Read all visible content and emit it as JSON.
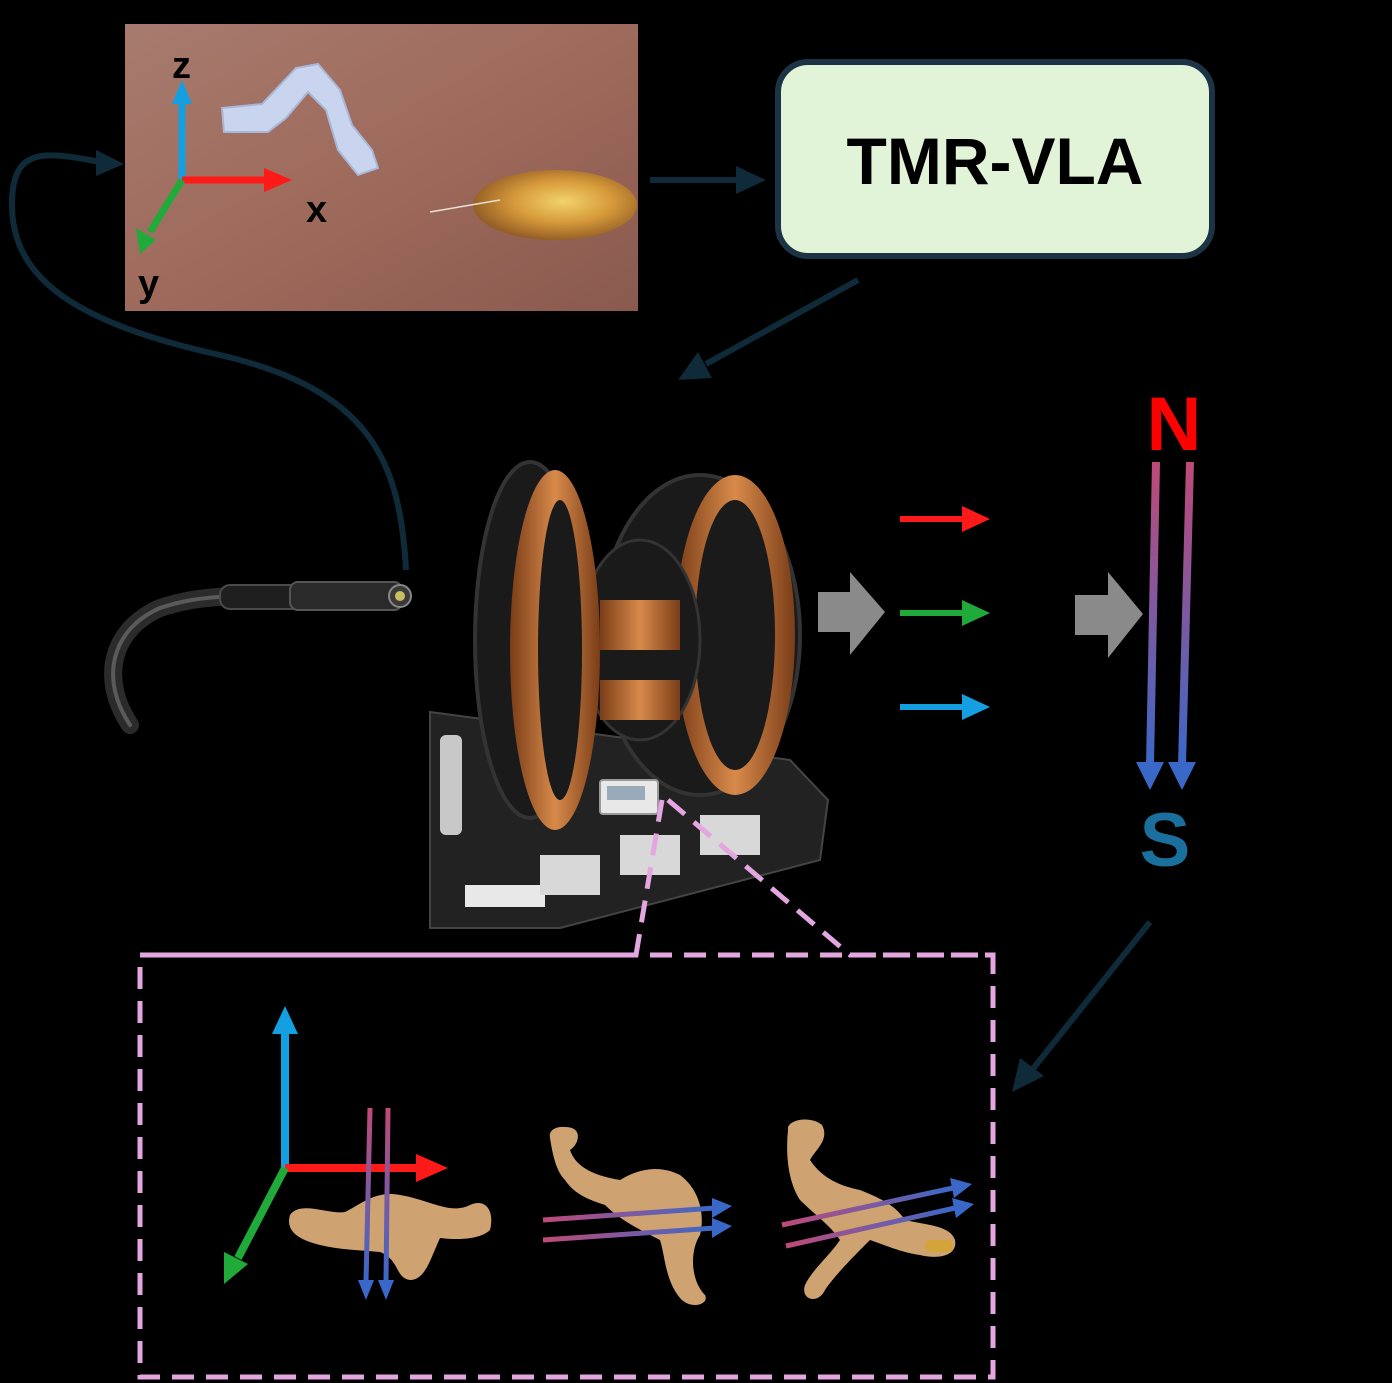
{
  "model_box": {
    "label": "TMR-VLA",
    "fill": "#e2f4d8",
    "stroke": "#1b3344"
  },
  "camera_frame": {
    "axis_labels": {
      "x": "x",
      "y": "y",
      "z": "z"
    }
  },
  "magnetic_field": {
    "north_label": "N",
    "south_label": "S",
    "north_color": "#ff0000",
    "south_color": "#1a6f9c"
  },
  "colors": {
    "axis_x": "#ff1a1a",
    "axis_y": "#1faa3a",
    "axis_z": "#14a0e0",
    "flow_arrow": "#0f2a38",
    "gray_arrow": "#8a8a8a",
    "dashed_box": "#e3a6e0",
    "copper": "#c8743a",
    "robot": "#e6b57d"
  },
  "icons": {
    "camera": "endoscope-camera-icon",
    "coil_system": "helmholtz-coil-icon",
    "robot": "magnetic-robot-icon"
  }
}
